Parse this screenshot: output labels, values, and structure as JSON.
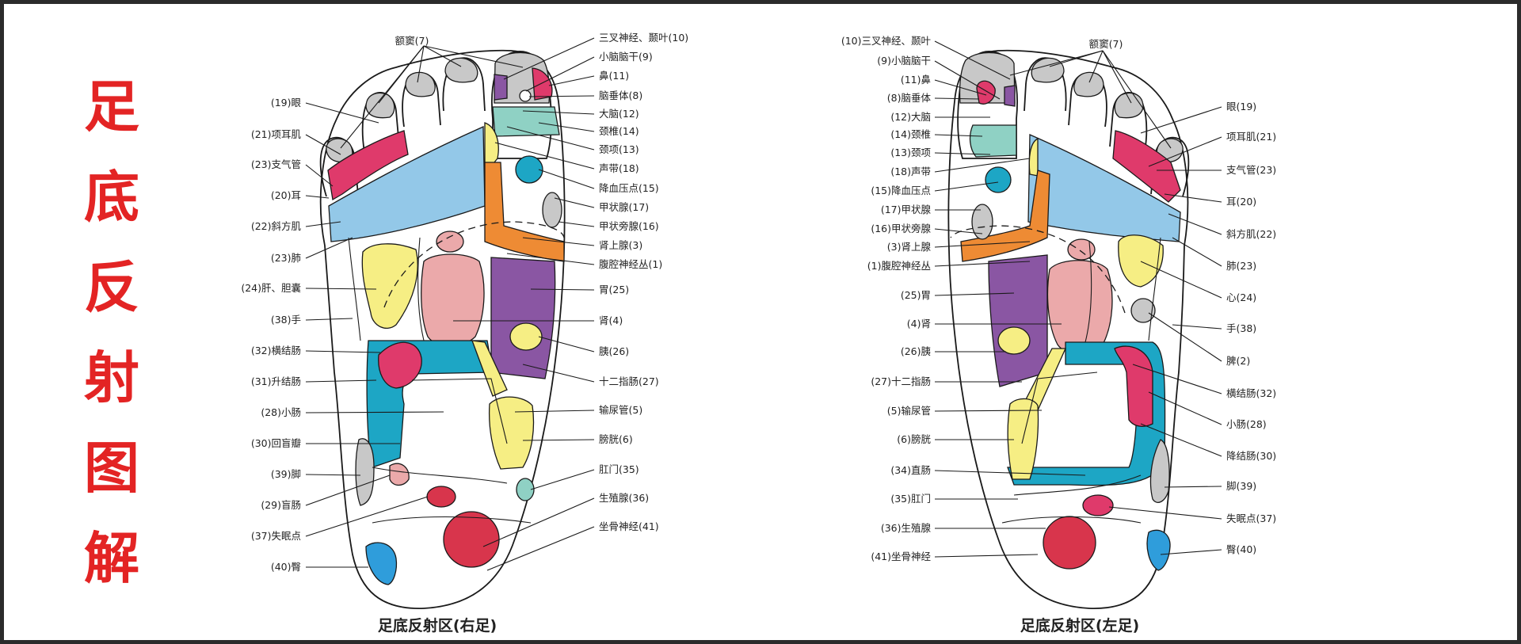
{
  "title_chars": [
    "足",
    "底",
    "反",
    "射",
    "图",
    "解"
  ],
  "captions": {
    "right": "足底反射区(右足)",
    "left": "足底反射区(左足)"
  },
  "colors": {
    "title": "#e32424",
    "gray": "#c8c8c8",
    "pink": "#df3a6b",
    "purple": "#8a56a3",
    "teal": "#8fd1c4",
    "cyan": "#1da6c5",
    "light_blue": "#93c8e8",
    "orange": "#ee8b34",
    "yellow": "#f6ee84",
    "salmon": "#eba9aa",
    "red": "#d8354c",
    "blue": "#2f9ddb"
  },
  "right_foot": {
    "top_label": "额窦(7)",
    "left_labels": [
      "(19)眼",
      "(21)项耳肌",
      "(23)支气管",
      "(20)耳",
      "(22)斜方肌",
      "(23)肺",
      "(24)肝、胆囊",
      "(38)手",
      "(32)横结肠",
      "(31)升结肠",
      "(28)小肠",
      "(30)回盲瓣",
      "(39)脚",
      "(29)盲肠",
      "(37)失眠点",
      "(40)臀"
    ],
    "right_labels": [
      "三叉神经、颞叶(10)",
      "小脑脑干(9)",
      "鼻(11)",
      "脑垂体(8)",
      "大脑(12)",
      "颈椎(14)",
      "颈项(13)",
      "声带(18)",
      "降血压点(15)",
      "甲状腺(17)",
      "甲状旁腺(16)",
      "肾上腺(3)",
      "腹腔神经丛(1)",
      "胃(25)",
      "肾(4)",
      "胰(26)",
      "十二指肠(27)",
      "输尿管(5)",
      "膀胱(6)",
      "肛门(35)",
      "生殖腺(36)",
      "坐骨神经(41)"
    ]
  },
  "left_foot": {
    "top_label": "额窦(7)",
    "left_labels": [
      "(10)三叉神经、颞叶",
      "(9)小脑脑干",
      "(11)鼻",
      "(8)脑垂体",
      "(12)大脑",
      "(14)颈椎",
      "(13)颈项",
      "(18)声带",
      "(15)降血压点",
      "(17)甲状腺",
      "(16)甲状旁腺",
      "(3)肾上腺",
      "(1)腹腔神经丛",
      "(25)胃",
      "(4)肾",
      "(26)胰",
      "(27)十二指肠",
      "(5)输尿管",
      "(6)膀胱",
      "(34)直肠",
      "(35)肛门",
      "(36)生殖腺",
      "(41)坐骨神经"
    ],
    "right_labels": [
      "眼(19)",
      "项耳肌(21)",
      "支气管(23)",
      "耳(20)",
      "斜方肌(22)",
      "肺(23)",
      "心(24)",
      "手(38)",
      "脾(2)",
      "横结肠(32)",
      "小肠(28)",
      "降结肠(30)",
      "脚(39)",
      "失眠点(37)",
      "臀(40)"
    ]
  }
}
